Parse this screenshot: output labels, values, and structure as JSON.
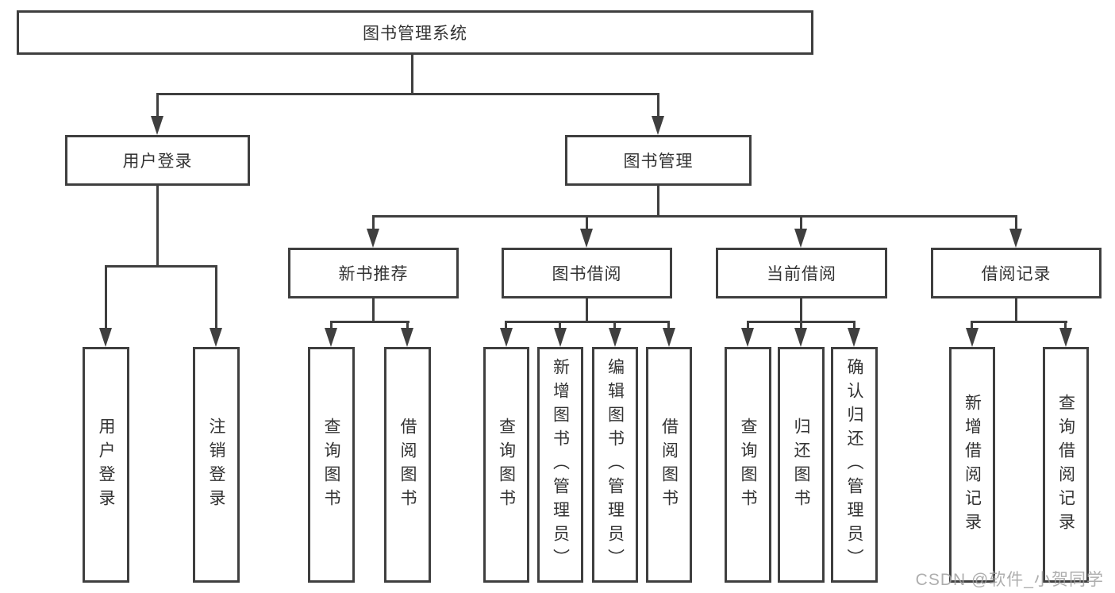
{
  "tree": {
    "root": {
      "label": "图书管理系统",
      "children": [
        {
          "label": "用户登录",
          "children": [
            {
              "label": "用户登录"
            },
            {
              "label": "注销登录"
            }
          ]
        },
        {
          "label": "图书管理",
          "children": [
            {
              "label": "新书推荐",
              "children": [
                {
                  "label": "查询图书"
                },
                {
                  "label": "借阅图书"
                }
              ]
            },
            {
              "label": "图书借阅",
              "children": [
                {
                  "label": "查询图书"
                },
                {
                  "label": "新增图书（管理员）"
                },
                {
                  "label": "编辑图书（管理员）"
                },
                {
                  "label": "借阅图书"
                }
              ]
            },
            {
              "label": "当前借阅",
              "children": [
                {
                  "label": "查询图书"
                },
                {
                  "label": "归还图书"
                },
                {
                  "label": "确认归还（管理员）"
                }
              ]
            },
            {
              "label": "借阅记录",
              "children": [
                {
                  "label": "新增借阅记录"
                },
                {
                  "label": "查询借阅记录"
                }
              ]
            }
          ]
        }
      ]
    }
  },
  "watermark": {
    "text": "CSDN @软件_小贺同学"
  },
  "colors": {
    "line": "#3f3f3f",
    "text": "#333333",
    "watermark": "#a0a0a0",
    "background": "#ffffff"
  }
}
